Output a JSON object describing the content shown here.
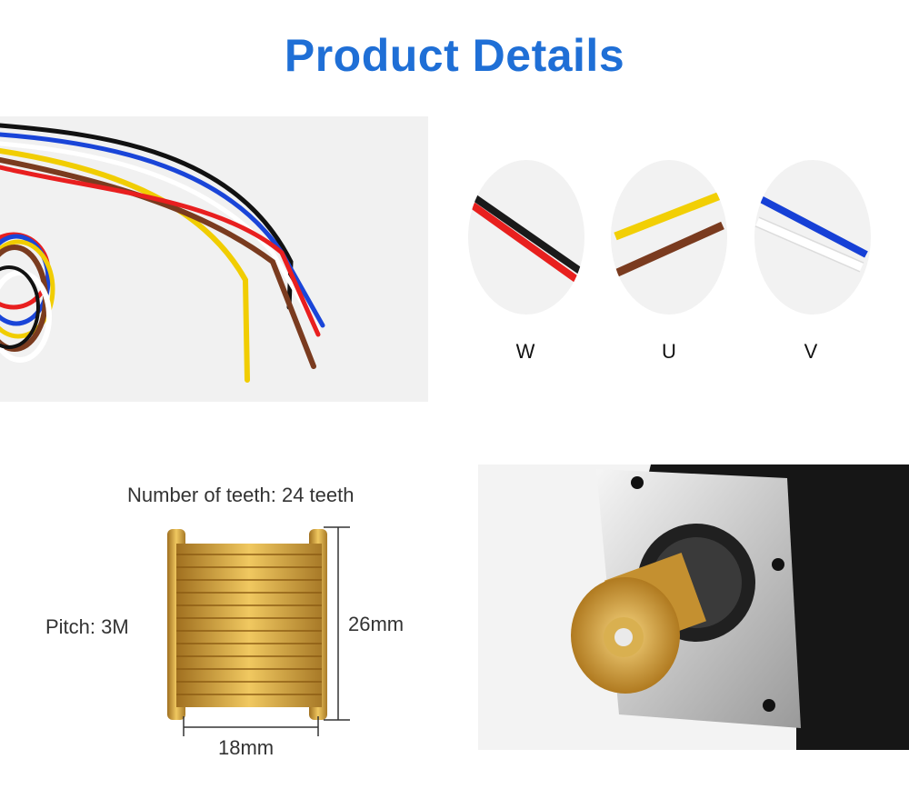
{
  "page": {
    "title": "Product Details"
  },
  "wires": {
    "phases": [
      {
        "label": "W",
        "colors": [
          "#1a1a1a",
          "#e8201e"
        ]
      },
      {
        "label": "U",
        "colors": [
          "#f2cf05",
          "#7a3b1f"
        ]
      },
      {
        "label": "V",
        "colors": [
          "#1640d6",
          "#ffffff"
        ]
      }
    ]
  },
  "pulley": {
    "teeth_label": "Number of teeth: 24 teeth",
    "pitch_label": "Pitch: 3M",
    "height_label": "26mm",
    "width_label": "18mm",
    "brass_color": "#d8a93a"
  },
  "motor": {
    "body_color": "#1a1a1a",
    "flange_color": "#c9c9c9"
  }
}
